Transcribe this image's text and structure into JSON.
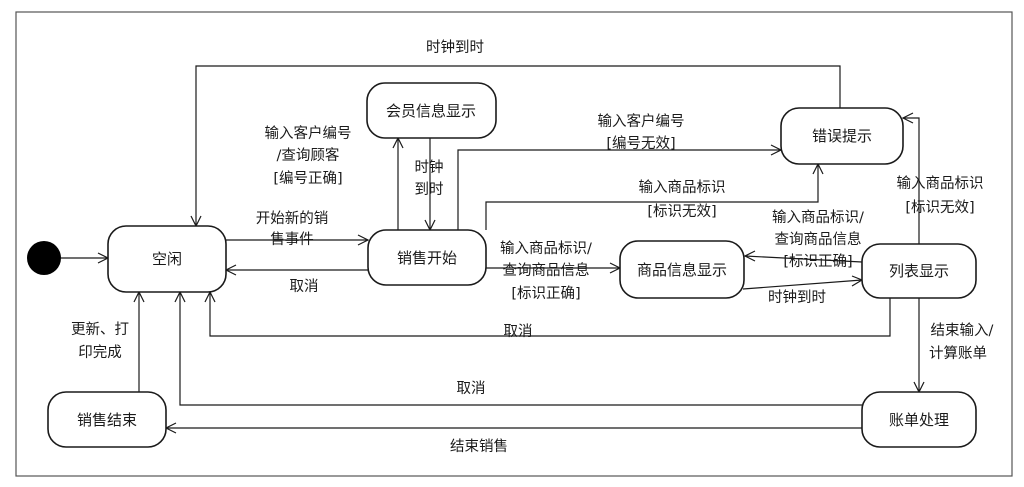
{
  "states": {
    "idle": "空闲",
    "member_display": "会员信息显示",
    "sale_start": "销售开始",
    "error_prompt": "错误提示",
    "product_display": "商品信息显示",
    "list_display": "列表显示",
    "sale_end": "销售结束",
    "bill_processing": "账单处理"
  },
  "transitions": {
    "clock_timeout_top": "时钟到时",
    "input_customer_line1": "输入客户编号",
    "input_customer_line2": "/查询顾客",
    "input_customer_line3": "[编号正确]",
    "clock_line1": "时钟",
    "clock_line2": "到时",
    "input_customer_invalid_line1": "输入客户编号",
    "input_customer_invalid_line2": "[编号无效]",
    "input_product_invalid_line1": "输入商品标识",
    "input_product_invalid_line2": "[标识无效]",
    "start_new_sale_line1": "开始新的销",
    "start_new_sale_line2": "售事件",
    "cancel_sale_start": "取消",
    "input_product_valid_line1": "输入商品标识/",
    "input_product_valid_line2": "查询商品信息",
    "input_product_valid_line3": "[标识正确]",
    "list_input_product_line1": "输入商品标识/",
    "list_input_product_line2": "查询商品信息",
    "list_input_product_line3": "[标识正确]",
    "list_input_invalid_line1": "输入商品标识",
    "list_input_invalid_line2": "[标识无效]",
    "clock_timeout_product": "时钟到时",
    "cancel_list": "取消",
    "update_print_line1": "更新、打",
    "update_print_line2": "印完成",
    "end_input_line1": "结束输入/",
    "end_input_line2": "计算账单",
    "cancel_bill": "取消",
    "end_sale": "结束销售"
  }
}
